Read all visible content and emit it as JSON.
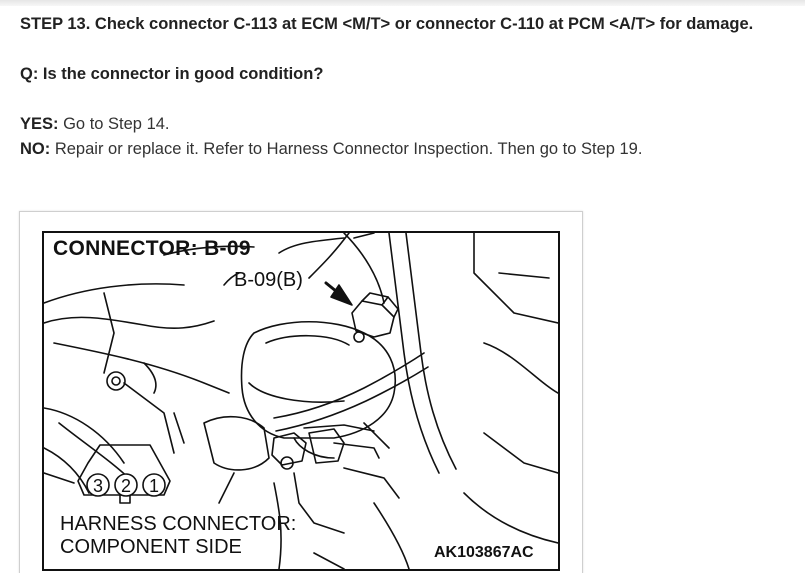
{
  "step": {
    "heading": "STEP 13. Check connector C-113 at ECM <M/T> or connector C-110 at PCM <A/T> for damage.",
    "question": "Q: Is the connector in good condition?"
  },
  "answers": {
    "yes_key": "YES:",
    "yes_text": " Go to Step 14.",
    "no_key": "NO:",
    "no_text": " Repair or replace it. Refer to Harness Connector Inspection. Then go to Step 19."
  },
  "figure": {
    "title": "CONNECTOR: B-09",
    "callout": "B-09(B)",
    "harness_line1": "HARNESS CONNECTOR:",
    "harness_line2": "COMPONENT SIDE",
    "code": "AK103867AC",
    "pins": [
      "3",
      "2",
      "1"
    ]
  }
}
